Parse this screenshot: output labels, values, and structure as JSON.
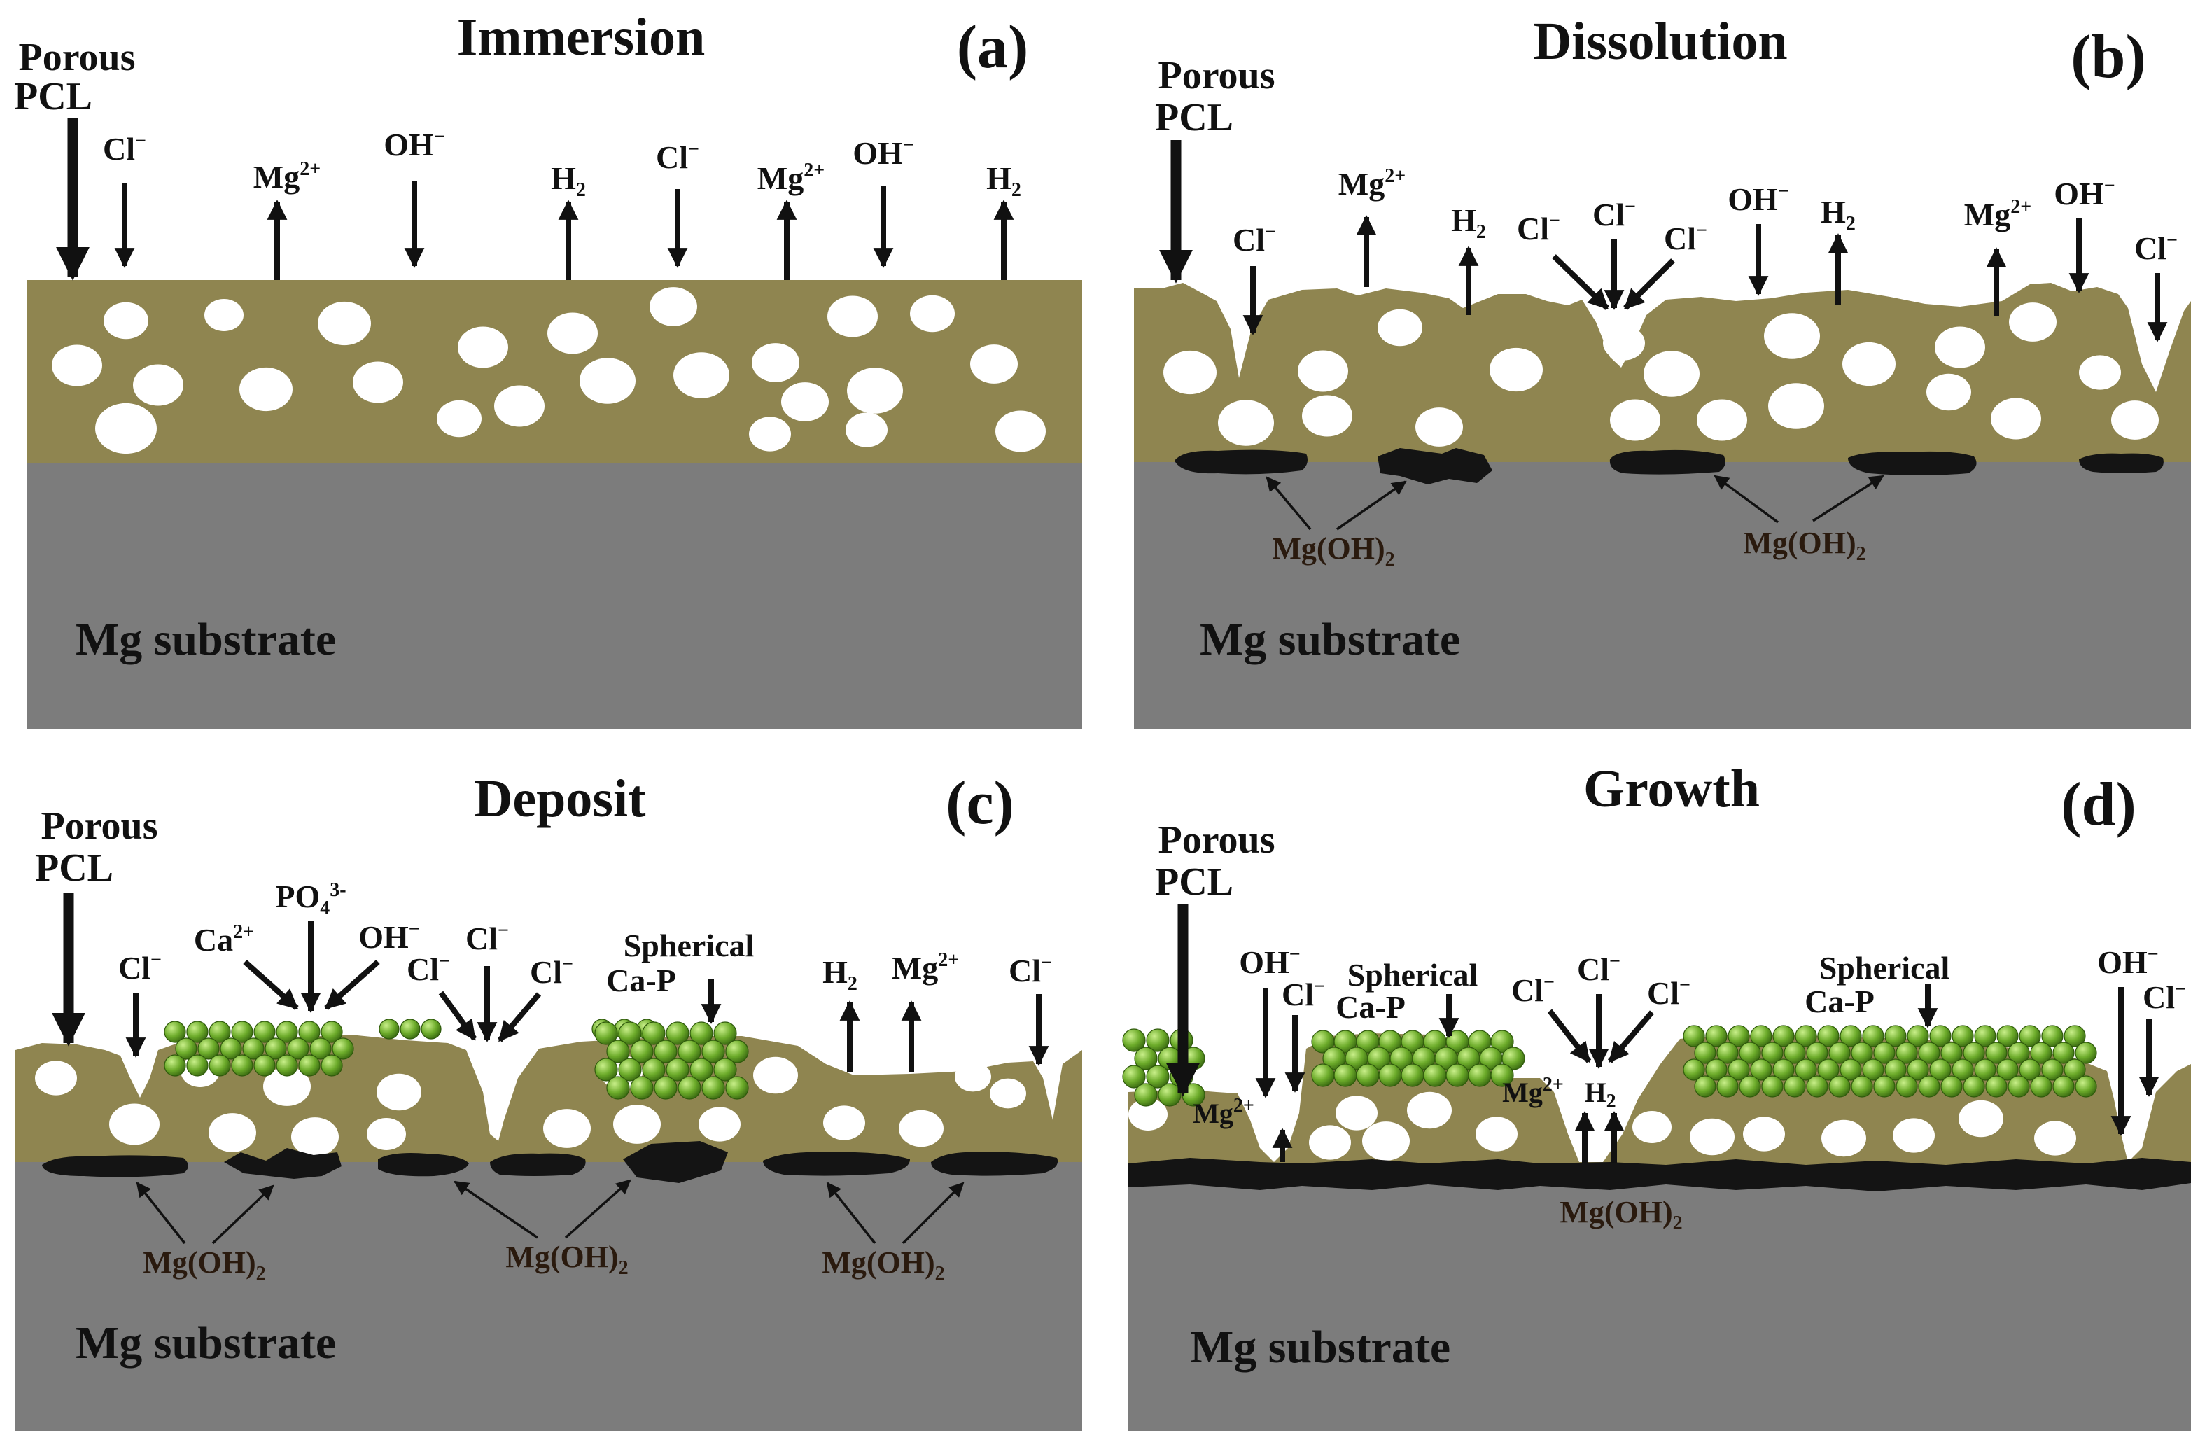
{
  "colors": {
    "pcl_layer": "#8f8550",
    "substrate": "#7c7c7c",
    "pores": "#ffffff",
    "mg_oh2_deposit": "#141414",
    "ca_p_spheres": "#6cab2a",
    "arrows": "#111111"
  },
  "panels": [
    {
      "heading": "Immersion",
      "letter": "(a)",
      "porous_label": [
        "Porous",
        "PCL"
      ],
      "substrate_label": "Mg substrate",
      "ions": [
        {
          "base": "Cl",
          "sup": "−",
          "sub": ""
        },
        {
          "base": "Mg",
          "sup": "2+",
          "sub": ""
        },
        {
          "base": "OH",
          "sup": "−",
          "sub": ""
        },
        {
          "base": "H",
          "sup": "",
          "sub": "2"
        },
        {
          "base": "Cl",
          "sup": "−",
          "sub": ""
        },
        {
          "base": "Mg",
          "sup": "2+",
          "sub": ""
        },
        {
          "base": "OH",
          "sup": "−",
          "sub": ""
        },
        {
          "base": "H",
          "sup": "",
          "sub": "2"
        }
      ],
      "deposit_labels": []
    },
    {
      "heading": "Dissolution",
      "letter": "(b)",
      "porous_label": [
        "Porous",
        "PCL"
      ],
      "substrate_label": "Mg substrate",
      "ions": [
        {
          "base": "Cl",
          "sup": "−",
          "sub": ""
        },
        {
          "base": "Mg",
          "sup": "2+",
          "sub": ""
        },
        {
          "base": "H",
          "sup": "",
          "sub": "2"
        },
        {
          "base": "Cl",
          "sup": "−",
          "sub": ""
        },
        {
          "base": "Cl",
          "sup": "−",
          "sub": ""
        },
        {
          "base": "Cl",
          "sup": "−",
          "sub": ""
        },
        {
          "base": "OH",
          "sup": "−",
          "sub": ""
        },
        {
          "base": "H",
          "sup": "",
          "sub": "2"
        },
        {
          "base": "Mg",
          "sup": "2+",
          "sub": ""
        },
        {
          "base": "OH",
          "sup": "−",
          "sub": ""
        },
        {
          "base": "Cl",
          "sup": "−",
          "sub": ""
        }
      ],
      "deposit_labels": [
        {
          "base": "Mg(OH)",
          "sub": "2"
        },
        {
          "base": "Mg(OH)",
          "sub": "2"
        }
      ]
    },
    {
      "heading": "Deposit",
      "letter": "(c)",
      "porous_label": [
        "Porous",
        "PCL"
      ],
      "substrate_label": "Mg substrate",
      "ions": [
        {
          "base": "Cl",
          "sup": "−",
          "sub": ""
        },
        {
          "base": "Ca",
          "sup": "2+",
          "sub": ""
        },
        {
          "base": "PO",
          "sup": "3-",
          "sub": "4"
        },
        {
          "base": "OH",
          "sup": "−",
          "sub": ""
        },
        {
          "base": "Cl",
          "sup": "−",
          "sub": ""
        },
        {
          "base": "Cl",
          "sup": "−",
          "sub": ""
        },
        {
          "base": "Cl",
          "sup": "−",
          "sub": ""
        },
        {
          "base": "H",
          "sup": "",
          "sub": "2"
        },
        {
          "base": "Mg",
          "sup": "2+",
          "sub": ""
        },
        {
          "base": "Cl",
          "sup": "−",
          "sub": ""
        }
      ],
      "spherical_labels": [
        [
          "Spherical",
          "Ca-P"
        ]
      ],
      "deposit_labels": [
        {
          "base": "Mg(OH)",
          "sub": "2"
        },
        {
          "base": "Mg(OH)",
          "sub": "2"
        },
        {
          "base": "Mg(OH)",
          "sub": "2"
        }
      ]
    },
    {
      "heading": "Growth",
      "letter": "(d)",
      "porous_label": [
        "Porous",
        "PCL"
      ],
      "substrate_label": "Mg substrate",
      "ions": [
        {
          "base": "OH",
          "sup": "−",
          "sub": ""
        },
        {
          "base": "Cl",
          "sup": "−",
          "sub": ""
        },
        {
          "base": "Mg",
          "sup": "2+",
          "sub": ""
        },
        {
          "base": "Cl",
          "sup": "−",
          "sub": ""
        },
        {
          "base": "Cl",
          "sup": "−",
          "sub": ""
        },
        {
          "base": "Cl",
          "sup": "−",
          "sub": ""
        },
        {
          "base": "Mg",
          "sup": "2+",
          "sub": ""
        },
        {
          "base": "H",
          "sup": "",
          "sub": "2"
        },
        {
          "base": "OH",
          "sup": "−",
          "sub": ""
        },
        {
          "base": "Cl",
          "sup": "−",
          "sub": ""
        }
      ],
      "spherical_labels": [
        [
          "Spherical",
          "Ca-P"
        ],
        [
          "Spherical",
          "Ca-P"
        ]
      ],
      "deposit_labels": [
        {
          "base": "Mg(OH)",
          "sub": "2"
        }
      ]
    }
  ]
}
